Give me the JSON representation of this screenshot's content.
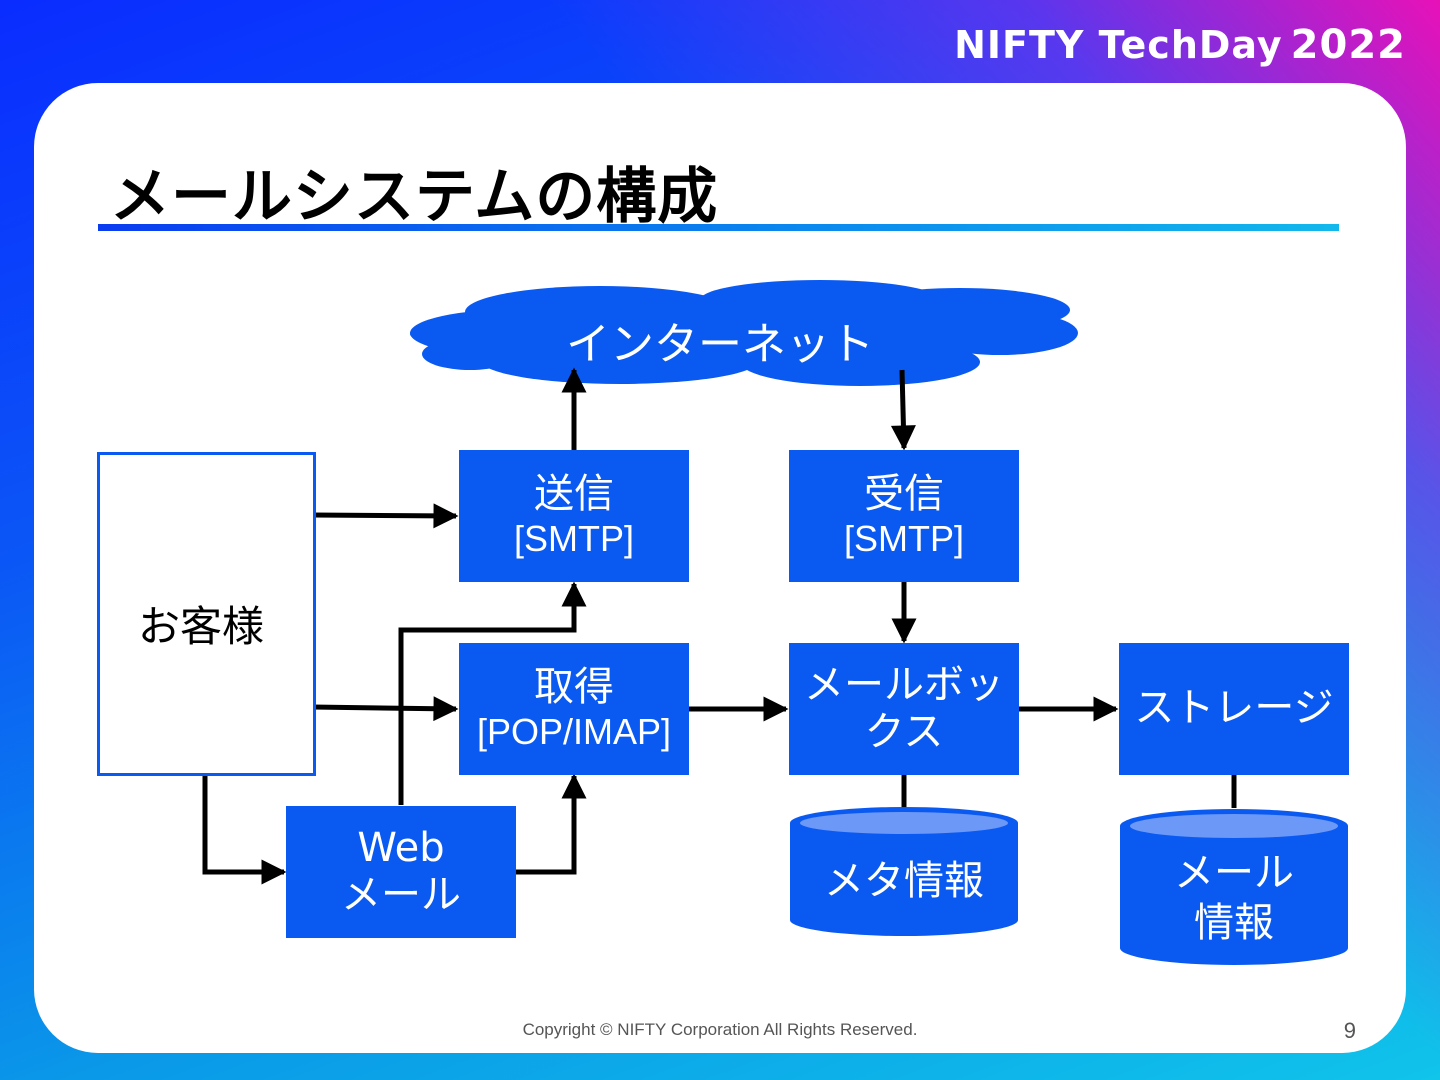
{
  "brand": {
    "name": "NIFTY TechDay",
    "year": "2022"
  },
  "title": "メールシステムの構成",
  "nodes": {
    "internet": "インターネット",
    "customer": "お客様",
    "send": {
      "main": "送信",
      "sub": "[SMTP]"
    },
    "receive": {
      "main": "受信",
      "sub": "[SMTP]"
    },
    "fetch": {
      "main": "取得",
      "sub": "[POP/IMAP]"
    },
    "mailbox": {
      "line1": "メールボッ",
      "line2": "クス"
    },
    "storage": "ストレージ",
    "webmail": {
      "line1": "Web",
      "line2": "メール"
    },
    "meta": "メタ情報",
    "mailinfo": {
      "line1": "メール",
      "line2": "情報"
    }
  },
  "colors": {
    "accent": "#0a5af2",
    "cylinder_top": "#6c98f7"
  },
  "footer": {
    "copyright": "Copyright © NIFTY Corporation All Rights Reserved.",
    "page": "9"
  }
}
